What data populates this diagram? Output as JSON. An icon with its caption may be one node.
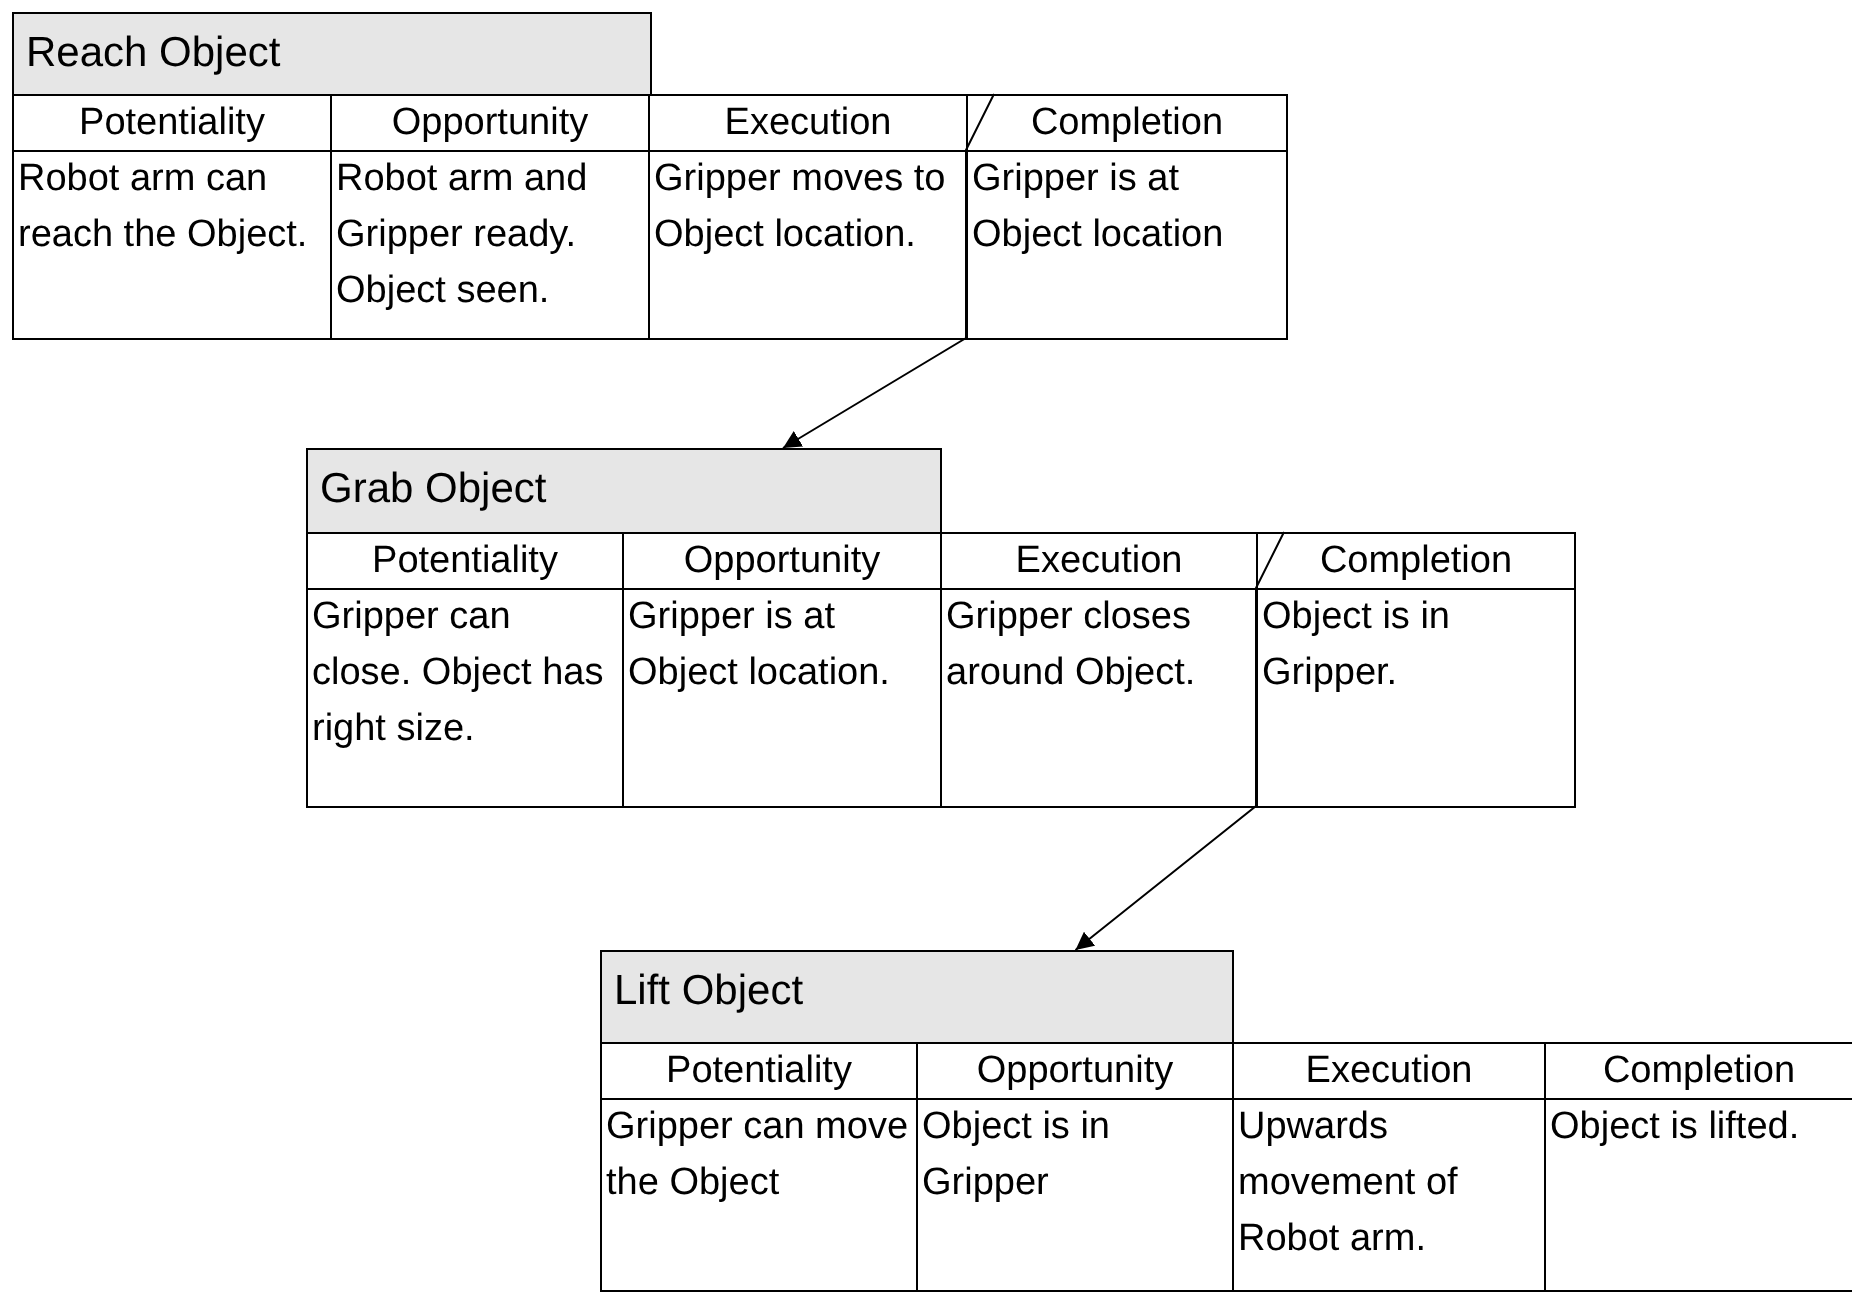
{
  "diagram": {
    "nodes": [
      {
        "text": [
          "Reach Object"
        ]
      },
      {
        "text": [
          "Potentiality"
        ]
      },
      {
        "text": [
          "Opportunity"
        ]
      },
      {
        "text": [
          "Execution"
        ]
      },
      {
        "text": [
          "Completion"
        ]
      },
      {
        "text": [
          "Robot arm can reach the Object."
        ]
      },
      {
        "text": [
          "Robot arm and Gripper ready. Object seen."
        ]
      },
      {
        "text": [
          "Gripper moves to Object location."
        ]
      },
      {
        "text": [
          "Gripper is at Object location"
        ]
      },
      {
        "text": [
          "Grab Object"
        ]
      },
      {
        "text": [
          "Potentiality"
        ]
      },
      {
        "text": [
          "Opportunity"
        ]
      },
      {
        "text": [
          "Execution"
        ]
      },
      {
        "text": [
          "Completion"
        ]
      },
      {
        "text": [
          "Gripper can close. Object has right size."
        ]
      },
      {
        "text": [
          "Gripper is at Object location."
        ]
      },
      {
        "text": [
          "Gripper closes around Object."
        ]
      },
      {
        "text": [
          "Object is in Gripper."
        ]
      },
      {
        "text": [
          "Lift Object"
        ]
      },
      {
        "text": [
          "Potentiality"
        ]
      },
      {
        "text": [
          "Opportunity"
        ]
      },
      {
        "text": [
          "Execution"
        ]
      },
      {
        "text": [
          "Completion"
        ]
      },
      {
        "text": [
          "Gripper can move the Object"
        ]
      },
      {
        "text": [
          "Object is in Gripper"
        ]
      },
      {
        "text": [
          "Upwards movement of Robot arm."
        ]
      },
      {
        "text": [
          "Object is lifted."
        ]
      }
    ],
    "edges": [
      {
        "from": 4,
        "to": 9,
        "arrow": "to"
      },
      {
        "from": 13,
        "to": 18,
        "arrow": "to"
      }
    ]
  }
}
